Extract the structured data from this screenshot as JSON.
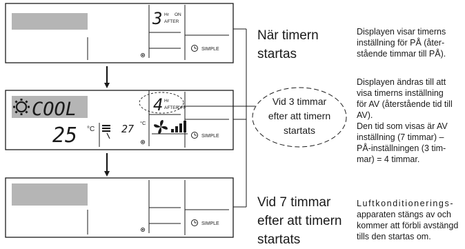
{
  "panels": [
    {
      "timer_hours": "3",
      "hr_unit": "Hr",
      "on_label": "ON",
      "after_label": "AFTER",
      "simple_label": "SIMPLE"
    },
    {
      "mode_text": "COOL",
      "set_temp": "25",
      "temp_unit": "°C",
      "room_temp": "27",
      "room_temp_unit": "°C",
      "timer_hours": "4",
      "hr_unit": "Hr",
      "after_label": "AFTER",
      "off_label": "OFF",
      "simple_label": "SIMPLE"
    },
    {
      "simple_label": "SIMPLE"
    }
  ],
  "step_labels": [
    [
      "När timern",
      "startas"
    ],
    [
      "Vid 7 timmar",
      "efter att timern",
      "startats"
    ]
  ],
  "callout": [
    "Vid 3 timmar",
    "efter att timern",
    "startats"
  ],
  "descriptions": [
    [
      "Displayen visar timerns",
      "inställning för PÅ (åter-",
      "stående timmar till PÅ)."
    ],
    [
      "Displayen ändras till att",
      "visa timerns inställning",
      "för AV (återstående tid till",
      "AV).",
      "Den tid som visas är AV",
      "inställning (7 timmar) –",
      "PÅ-inställningen (3 tim-",
      "mar) = 4 timmar."
    ],
    [
      "Luftkonditionerings-",
      "apparaten stängs av och",
      "kommer att förbli avstängd",
      "tills den startas om."
    ]
  ],
  "colors": {
    "stroke": "#1a1a1a",
    "lcd_gray": "#b5b5b5",
    "background": "#ffffff"
  }
}
